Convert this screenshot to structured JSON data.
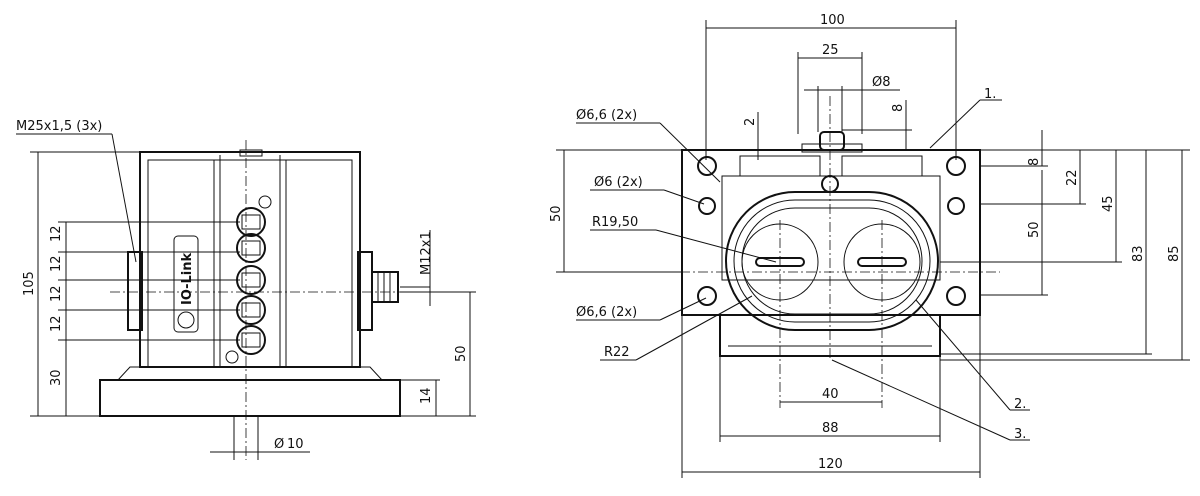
{
  "side_view": {
    "thread_label": "M25x1,5 (3x)",
    "connector_label": "M12x1",
    "logo_text": "IO-Link",
    "dims": {
      "height_total": "105",
      "pitch_1": "12",
      "pitch_2": "12",
      "pitch_3": "12",
      "pitch_4": "12",
      "base_offset": "30",
      "connector_height": "50",
      "base_thickness": "14",
      "hole_dia": "10"
    },
    "hole_dia_symbol": "Ø"
  },
  "front_view": {
    "dims": {
      "top_width": "100",
      "top_pitch": "25",
      "pin_dia": "Ø8",
      "pin_height": "8",
      "left_offset": "2",
      "hole_66_top": "Ø6,6 (2x)",
      "hole_6": "Ø6 (2x)",
      "radius_1950": "R19,50",
      "hole_66_bottom": "Ø6,6 (2x)",
      "radius_22": "R22",
      "left_height": "50",
      "right_8": "8",
      "right_22": "22",
      "right_45": "45",
      "right_50": "50",
      "right_83": "83",
      "right_85": "85",
      "bottom_40": "40",
      "bottom_88": "88",
      "bottom_120": "120"
    },
    "callouts": [
      "1.",
      "2.",
      "3."
    ]
  }
}
